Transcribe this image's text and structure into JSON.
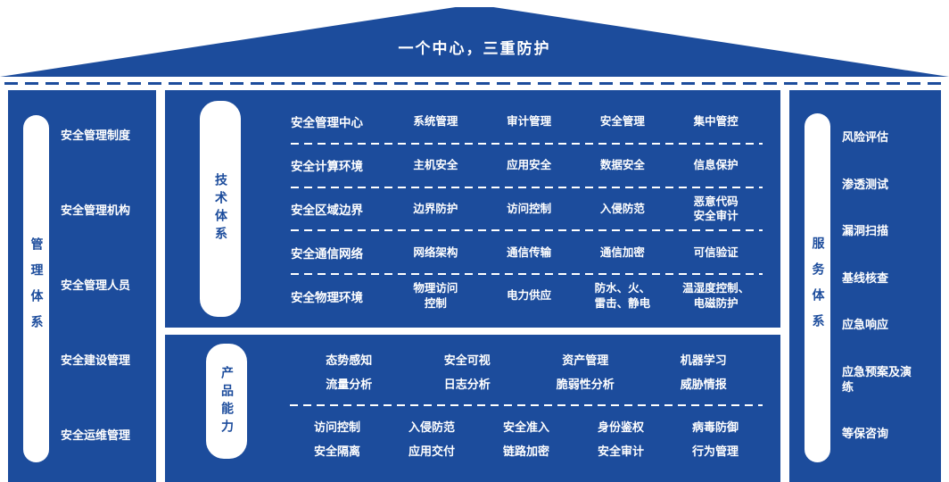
{
  "colors": {
    "primary": "#1c4c9c",
    "text_on_blue": "#ffffff"
  },
  "roof": {
    "title": "一个中心，三重防护"
  },
  "left_panel": {
    "label": "管理体系",
    "items": [
      "安全管理制度",
      "安全管理机构",
      "安全管理人员",
      "安全建设管理",
      "安全运维管理"
    ]
  },
  "tech_panel": {
    "label": "技术体系",
    "rows": [
      {
        "title": "安全管理中心",
        "items": [
          "系统管理",
          "审计管理",
          "安全管理",
          "集中管控"
        ]
      },
      {
        "title": "安全计算环境",
        "items": [
          "主机安全",
          "应用安全",
          "数据安全",
          "信息保护"
        ]
      },
      {
        "title": "安全区域边界",
        "items": [
          "边界防护",
          "访问控制",
          "入侵防范",
          "恶意代码\n安全审计"
        ]
      },
      {
        "title": "安全通信网络",
        "items": [
          "网络架构",
          "通信传输",
          "通信加密",
          "可信验证"
        ]
      },
      {
        "title": "安全物理环境",
        "items": [
          "物理访问\n控制",
          "电力供应",
          "防水、火、\n雷击、静电",
          "温湿度控制、\n电磁防护"
        ]
      }
    ]
  },
  "product_panel": {
    "label": "产品能力",
    "group1": [
      [
        "态势感知",
        "安全可视",
        "资产管理",
        "机器学习"
      ],
      [
        "流量分析",
        "日志分析",
        "脆弱性分析",
        "威胁情报"
      ]
    ],
    "group2": [
      [
        "访问控制",
        "入侵防范",
        "安全准入",
        "身份鉴权",
        "病毒防御"
      ],
      [
        "安全隔离",
        "应用交付",
        "链路加密",
        "安全审计",
        "行为管理"
      ]
    ]
  },
  "right_panel": {
    "label": "服务体系",
    "items": [
      "风险评估",
      "渗透测试",
      "漏洞扫描",
      "基线核查",
      "应急响应",
      "应急预案及演\n练",
      "等保咨询"
    ]
  }
}
